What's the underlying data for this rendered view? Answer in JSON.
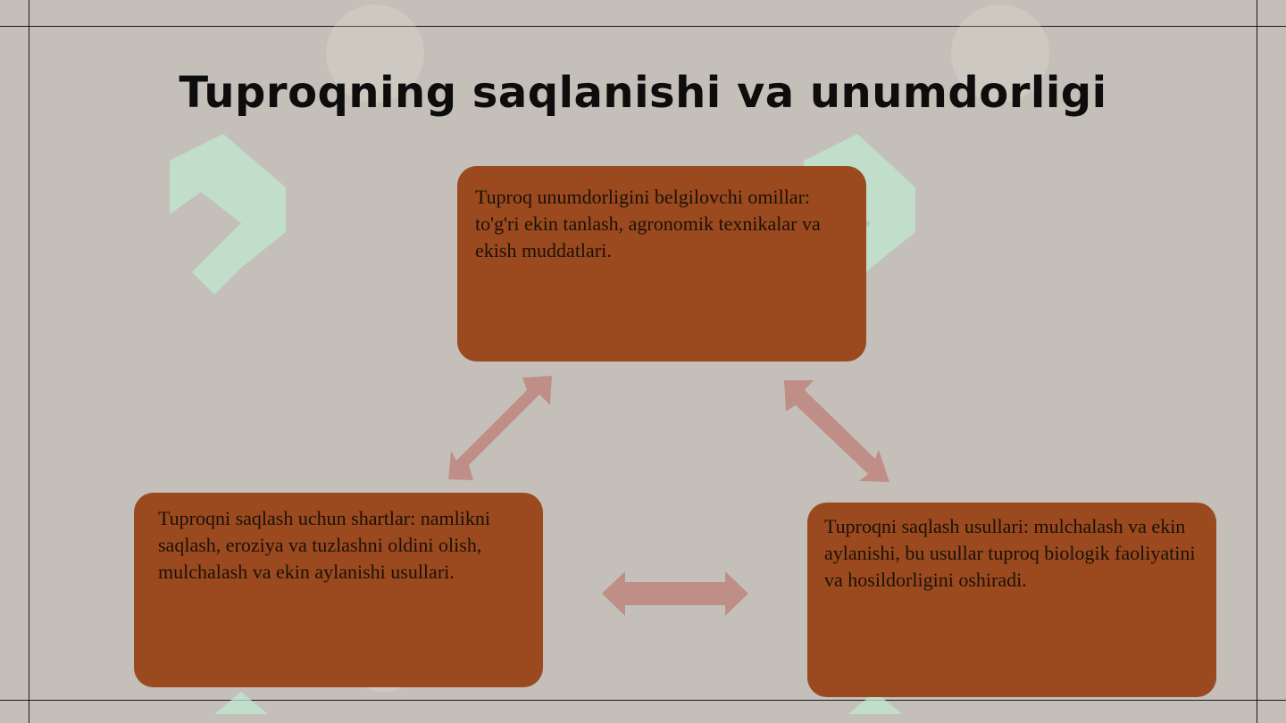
{
  "slide": {
    "title": "Tuproqning saqlanishi va unumdorligi"
  },
  "diagram": {
    "nodes": [
      {
        "id": "factors",
        "text": "Tuproq unumdorligini belgilovchi omillar: to'g'ri ekin tanlash, agronomik texnikalar va ekish muddatlari."
      },
      {
        "id": "conditions",
        "text": "Tuproqni saqlash uchun shartlar: namlikni saqlash, eroziya va tuzlashni oldini olish, mulchalash va ekin aylanishi usullari."
      },
      {
        "id": "methods",
        "text": "Tuproqni saqlash usullari: mulchalash va ekin aylanishi, bu usullar tuproq biologik faoliyatini va hosildorligini oshiradi."
      }
    ],
    "edges": [
      {
        "from": "factors",
        "to": "conditions",
        "bidirectional": true
      },
      {
        "from": "factors",
        "to": "methods",
        "bidirectional": true
      },
      {
        "from": "conditions",
        "to": "methods",
        "bidirectional": true
      }
    ],
    "colors": {
      "background": "#c4c0b9",
      "box_fill": "#9a4a1e",
      "arrow_fill": "#bf8f87",
      "watermark": "#bfe8cf"
    }
  }
}
